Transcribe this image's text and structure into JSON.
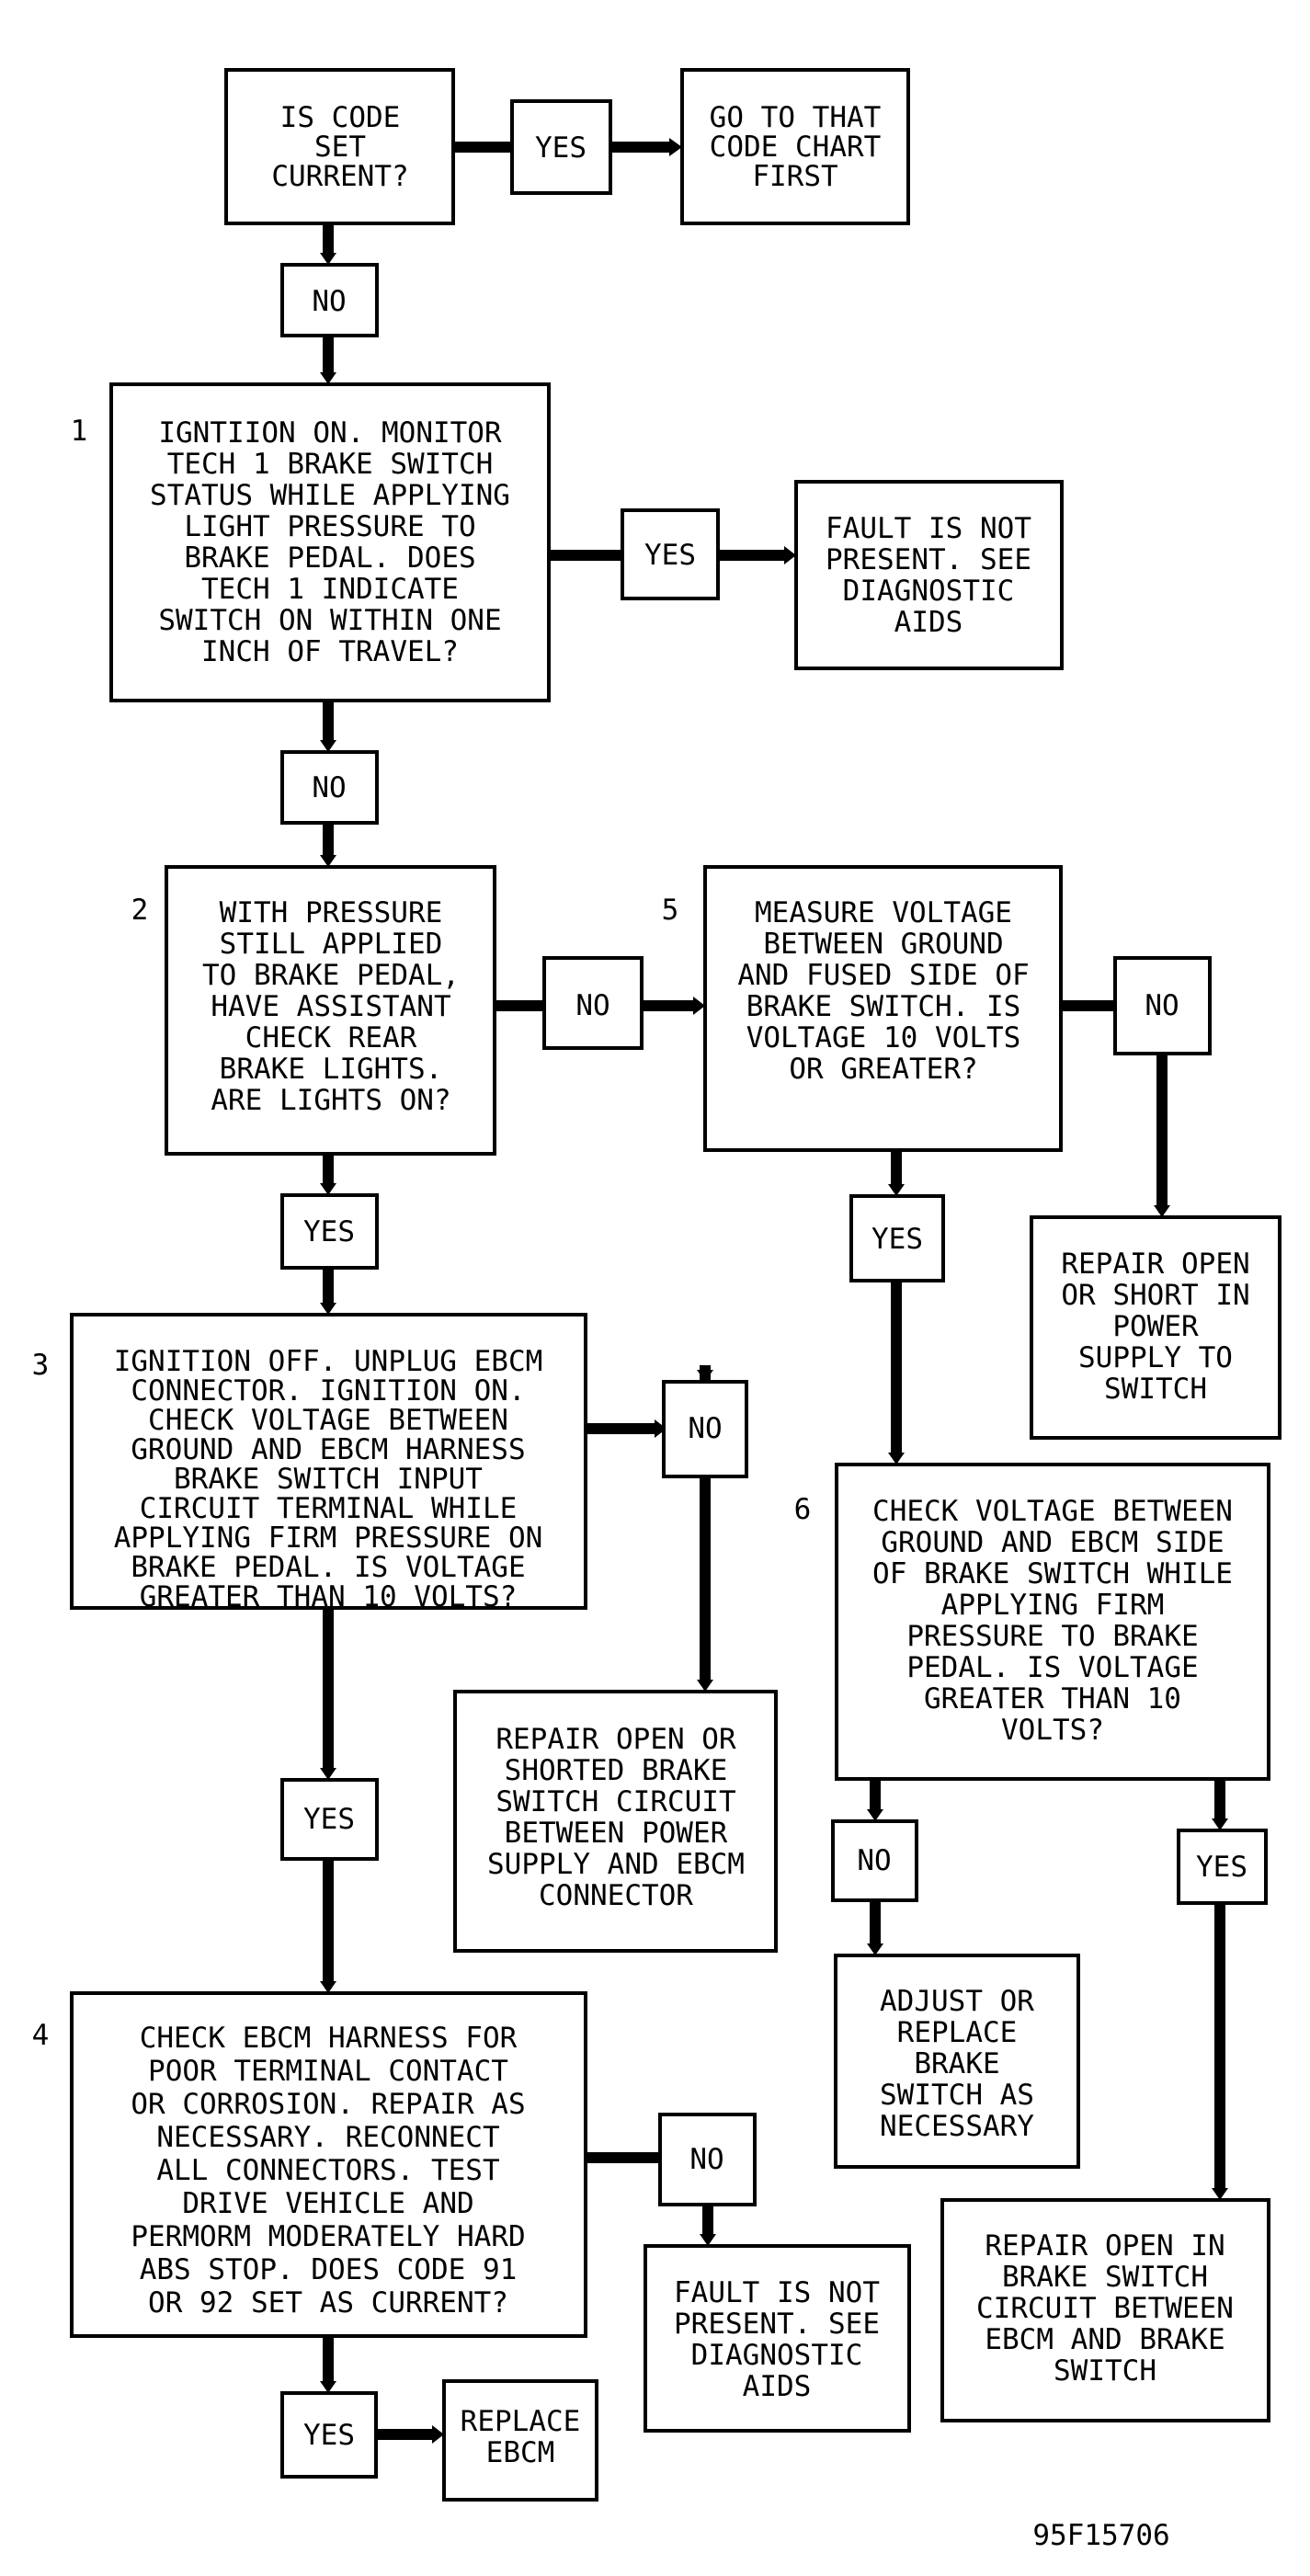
{
  "nodes": {
    "code_current": [
      "IS CODE",
      "SET",
      "CURRENT?"
    ],
    "goto_chart": [
      "GO TO THAT",
      "CODE CHART",
      "FIRST"
    ],
    "step1": [
      "IGNTIION ON. MONITOR",
      "TECH 1 BRAKE SWITCH",
      "STATUS WHILE APPLYING",
      "LIGHT PRESSURE TO",
      "BRAKE PEDAL. DOES",
      "TECH 1 INDICATE",
      "SWITCH ON WITHIN ONE",
      "INCH OF TRAVEL?"
    ],
    "fault1": [
      "FAULT IS NOT",
      "PRESENT. SEE",
      "DIAGNOSTIC",
      "AIDS"
    ],
    "step2": [
      "WITH PRESSURE",
      "STILL APPLIED",
      "TO BRAKE PEDAL,",
      "HAVE ASSISTANT",
      "CHECK REAR",
      "BRAKE LIGHTS.",
      "ARE LIGHTS ON?"
    ],
    "step5": [
      "MEASURE VOLTAGE",
      "BETWEEN GROUND",
      "AND FUSED SIDE OF",
      "BRAKE SWITCH. IS",
      "VOLTAGE 10 VOLTS",
      "OR GREATER?"
    ],
    "repair_power": [
      "REPAIR OPEN",
      "OR SHORT IN",
      "POWER",
      "SUPPLY TO",
      "SWITCH"
    ],
    "step3": [
      "IGNITION OFF. UNPLUG EBCM",
      "CONNECTOR. IGNITION ON.",
      "CHECK VOLTAGE BETWEEN",
      "GROUND AND EBCM HARNESS",
      "BRAKE SWITCH INPUT",
      "CIRCUIT TERMINAL WHILE",
      "APPLYING FIRM PRESSURE ON",
      "BRAKE PEDAL. IS VOLTAGE",
      "GREATER THAN 10 VOLTS?"
    ],
    "repair_shorted": [
      "REPAIR OPEN OR",
      "SHORTED BRAKE",
      "SWITCH CIRCUIT",
      "BETWEEN POWER",
      "SUPPLY AND EBCM",
      "CONNECTOR"
    ],
    "step6": [
      "CHECK VOLTAGE BETWEEN",
      "GROUND AND EBCM SIDE",
      "OF BRAKE SWITCH WHILE",
      "APPLYING FIRM",
      "PRESSURE TO BRAKE",
      "PEDAL. IS VOLTAGE",
      "GREATER THAN 10",
      "VOLTS?"
    ],
    "adjust": [
      "ADJUST OR",
      "REPLACE",
      "BRAKE",
      "SWITCH AS",
      "NECESSARY"
    ],
    "step4": [
      "CHECK EBCM HARNESS FOR",
      "POOR TERMINAL CONTACT",
      "OR CORROSION. REPAIR AS",
      "NECESSARY. RECONNECT",
      "ALL CONNECTORS. TEST",
      "DRIVE VEHICLE AND",
      "PERMORM MODERATELY HARD",
      "ABS STOP. DOES CODE 91",
      "OR 92 SET AS CURRENT?"
    ],
    "fault4": [
      "FAULT IS NOT",
      "PRESENT. SEE",
      "DIAGNOSTIC",
      "AIDS"
    ],
    "repair_brake": [
      "REPAIR OPEN IN",
      "BRAKE SWITCH",
      "CIRCUIT BETWEEN",
      "EBCM AND BRAKE",
      "SWITCH"
    ],
    "replace": [
      "REPLACE",
      "EBCM"
    ]
  },
  "labels": {
    "yes": "YES",
    "no": "NO"
  },
  "step_numbers": {
    "s1": "1",
    "s2": "2",
    "s3": "3",
    "s4": "4",
    "s5": "5",
    "s6": "6"
  },
  "figure_id": "95F15706"
}
